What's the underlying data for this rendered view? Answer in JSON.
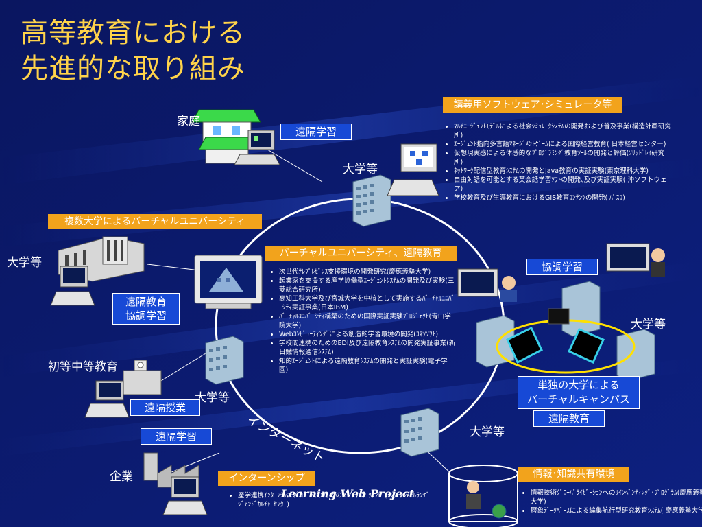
{
  "title": [
    "高等教育における",
    "先進的な取り組み"
  ],
  "nodes": {
    "home": "家庭",
    "univ_top": "大学等",
    "univ_left": "大学等",
    "univ_right": "大学等",
    "univ_center": "大学等",
    "univ_bottom_right": "大学等",
    "primary_secondary": "初等中等教育",
    "company": "企業"
  },
  "tags": {
    "remote_learning_top": "遠隔学習",
    "remote_edu_collab": [
      "遠隔教育",
      "協調学習"
    ],
    "remote_class": "遠隔授業",
    "remote_learning_bottom": "遠隔学習",
    "collab_learning": "協調学習",
    "remote_edu_right": "遠隔教育",
    "single_univ": [
      "単独の大学による",
      "バーチャルキャンパス"
    ]
  },
  "sections": {
    "software": {
      "heading": "講義用ソフトウェア･シミュレータ等",
      "items": [
        "ﾏﾙﾁｴｰｼﾞｪﾝﾄﾓﾃﾞﾙによる社会ｼﾐｭﾚｰﾀｼｽﾃﾑの開発および普及事業(構造計画研究所)",
        "ｴｰｼﾞｪﾝﾄ指向多言語ﾏﾈｰｼﾞﾒﾝﾄｹﾞｰﾑによる国際経営教育( 日本経営センター)",
        "仮想現実感による体感的なﾌﾟﾛｸﾞﾗﾐﾝｸﾞ教育ﾂｰﾙの開発と評価(ｿﾘｯﾄﾞﾚｲ研究所)",
        "ﾈｯﾄﾜｰｸ配信型教育ｼｽﾃﾑの開発とJava教育の実証実験(東京理科大学)",
        "自由対話を可能とする英会話学習ｿﾌﾄの開発､及び実証実験( 沖ソフトウェア)",
        "学校教育及び生涯教育におけるGIS教育ｺﾝﾃﾝﾂの開発( ﾊﾟｽｺ)"
      ]
    },
    "multi_univ": {
      "heading": "複数大学によるバーチャルユニバーシティ"
    },
    "virtual_univ": {
      "heading": "バーチャルユニバーシティ、遠隔教育",
      "items": [
        "次世代ﾃﾚﾌﾟﾚｾﾞﾝｽ支援環境の開発研究(慶應義塾大学)",
        "起業家を支援する産学協働型ｴｰｼﾞｪﾝﾄｼｽﾃﾑの開発及び実験(三菱総合研究所)",
        "高知工科大学及び宮城大学を中核として実施するﾊﾞｰﾁｬﾙﾕﾆﾊﾞｰｼﾃｨ実証事業(日本IBM)",
        "ﾊﾞｰﾁｬﾙﾕﾆﾊﾞｰｼﾃｨ構築のための国際実証実験ﾌﾟﾛｼﾞｪｸﾄ(青山学院大学)",
        "Webｺﾝﾋﾟｭｰﾃｨﾝｸﾞによる創造的学習環境の開発(ｺﾏﾂｿﾌﾄ)",
        "学校間連携のためのEDI及び遠隔教育ｼｽﾃﾑの開発実証事業(新日鐵情報通信ｼｽﾃﾑ)",
        "知的ｴｰｼﾞｪﾝﾄによる遠隔教育ｼｽﾃﾑの開発と実証実験(電子学園)"
      ]
    },
    "internship": {
      "heading": "インターンシップ",
      "items": [
        "産学連携ｲﾝﾀｰﾝｼｯﾌﾟﾌﾟﾛｸﾞﾗﾑのためのﾊﾞｰﾁｬﾙｵｰｸﾗﾝﾄﾞ(ｲﾝﾀｰﾅｼｮﾅﾙﾗﾝｹﾞｰｼﾞｱﾝﾄﾞｶﾙﾁｬｰｾﾝﾀｰ)"
      ]
    },
    "knowledge": {
      "heading": "情報･知識共有環境",
      "items": [
        "情報技術ｸﾞﾛｰﾊﾞﾗｲｾﾞｰｼｮﾝへのﾘｲﾝﾍﾞﾝﾃｨﾝｸﾞ･ﾌﾟﾛｸﾞﾗﾑ(慶應義塾大学)",
        "暦象ﾃﾞｰﾀﾍﾞｰｽによる編集航行型研究教育ｼｽﾃﾑ( 慶應義塾大学)"
      ]
    }
  },
  "internet_label": "インターネット",
  "watermark": "Learning Web Project",
  "colors": {
    "background": "#0b1a6e",
    "title": "#ffd34a",
    "tag_blue": "#1749d6",
    "tag_orange": "#f2a31c"
  }
}
